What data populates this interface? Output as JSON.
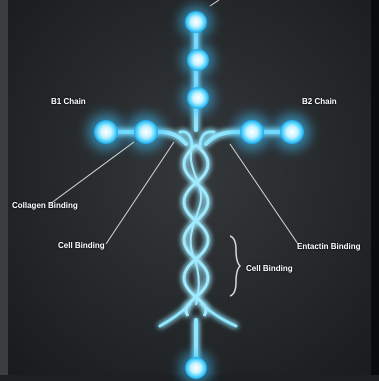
{
  "labels": {
    "b1_chain": "B1 Chain",
    "b2_chain": "B2 Chain",
    "collagen_binding": "Collagen Binding",
    "cell_binding_left": "Cell Binding",
    "entactin_binding": "Entactin Binding",
    "cell_binding_right": "Cell Binding"
  },
  "colors": {
    "glow": "#4fd0ff",
    "core": "#e9fbff",
    "pointer": "#d9d9d9"
  }
}
